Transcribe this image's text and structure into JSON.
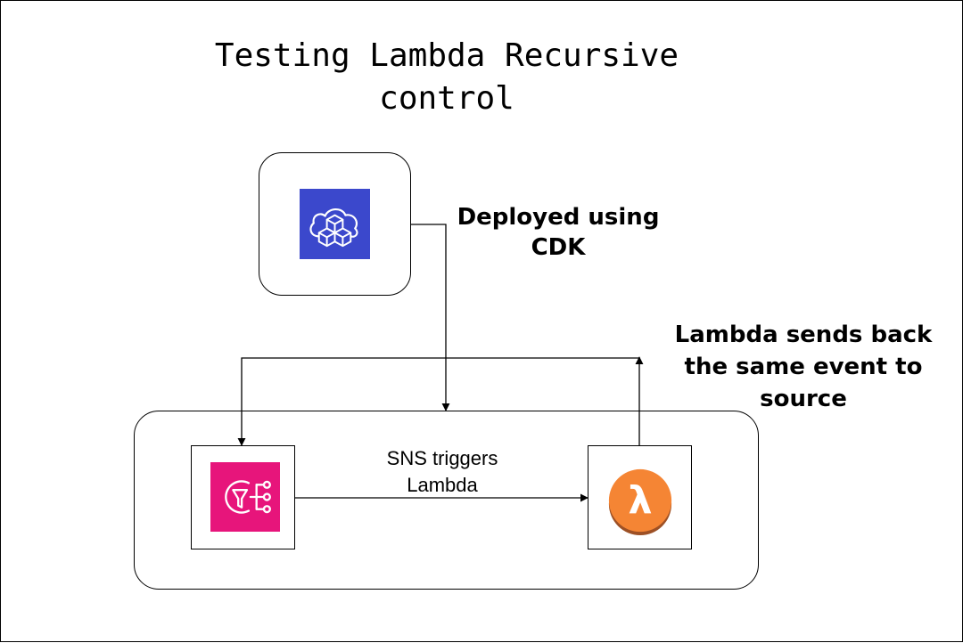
{
  "diagram": {
    "title_line1": "Testing Lambda Recursive",
    "title_line2": "control",
    "nodes": {
      "cdk": {
        "icon": "cdk-cloud-cubes-icon",
        "color": "#3b48cc"
      },
      "sns": {
        "icon": "sns-filter-icon",
        "color": "#e7157b"
      },
      "lambda": {
        "icon": "lambda-icon",
        "color": "#f58534",
        "glyph": "λ"
      }
    },
    "labels": {
      "deployed_line1": "Deployed using",
      "deployed_line2": "CDK",
      "sns_line1": "SNS triggers",
      "sns_line2": "Lambda",
      "back_line1": "Lambda sends back",
      "back_line2": "the same event to",
      "back_line3": "source"
    }
  }
}
